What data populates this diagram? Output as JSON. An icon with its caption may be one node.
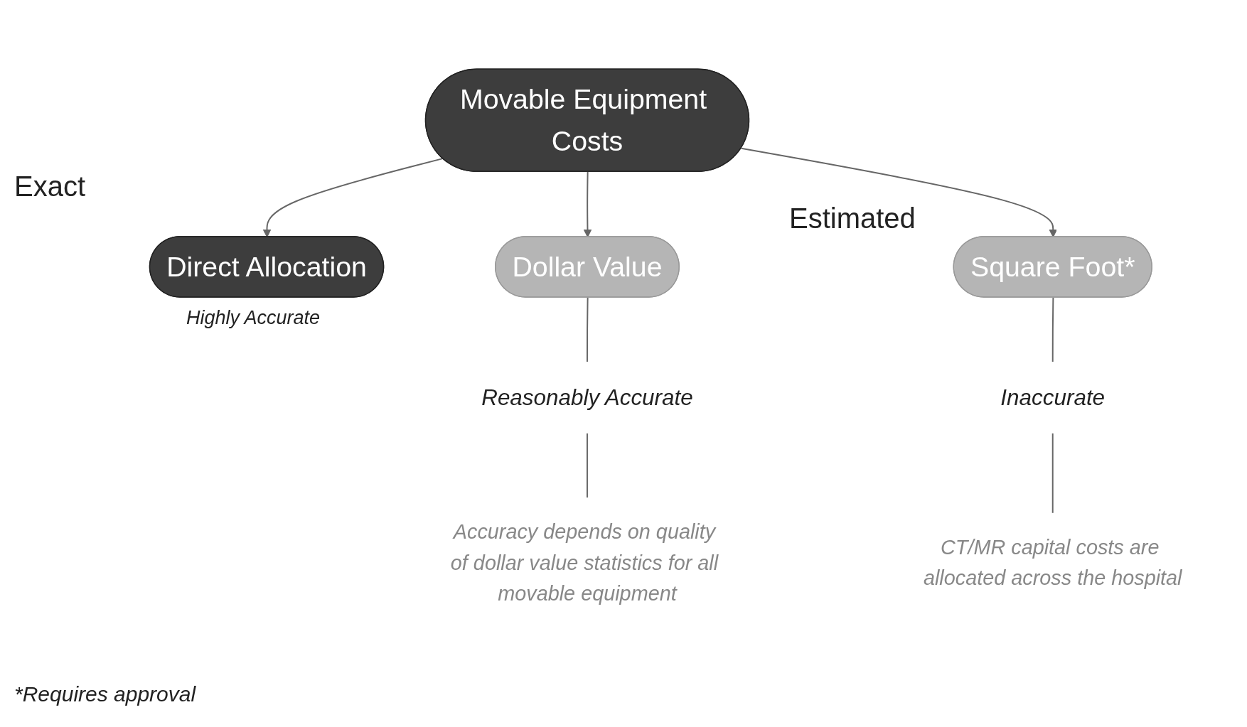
{
  "diagram": {
    "nodes": [
      {
        "text": [
          "Movable Equipment Costs"
        ]
      },
      {
        "text": [
          "Direct Allocation"
        ]
      },
      {
        "text": [
          "Dollar Value"
        ]
      },
      {
        "text": [
          "Square Foot*"
        ]
      },
      {
        "text": [
          "Reasonably Accurate"
        ]
      },
      {
        "text": [
          "Accuracy depends on quality of dollar value statistics for all movable equipment"
        ]
      },
      {
        "text": [
          "Inaccurate"
        ]
      },
      {
        "text": [
          "CT/MR capital costs are allocated across the hospital"
        ]
      }
    ],
    "edges": [
      {
        "from": 0,
        "to": 1,
        "arrow": "to"
      },
      {
        "from": 0,
        "to": 2,
        "arrow": "to"
      },
      {
        "from": 0,
        "to": 3,
        "arrow": "to"
      },
      {
        "from": 2,
        "to": 4,
        "arrow": "none"
      },
      {
        "from": 4,
        "to": 5,
        "arrow": "none"
      },
      {
        "from": 3,
        "to": 6,
        "arrow": "none"
      },
      {
        "from": 6,
        "to": 7,
        "arrow": "none"
      }
    ],
    "labels": [
      "Exact",
      "Estimated",
      "Highly Accurate",
      "*Requires approval"
    ]
  }
}
